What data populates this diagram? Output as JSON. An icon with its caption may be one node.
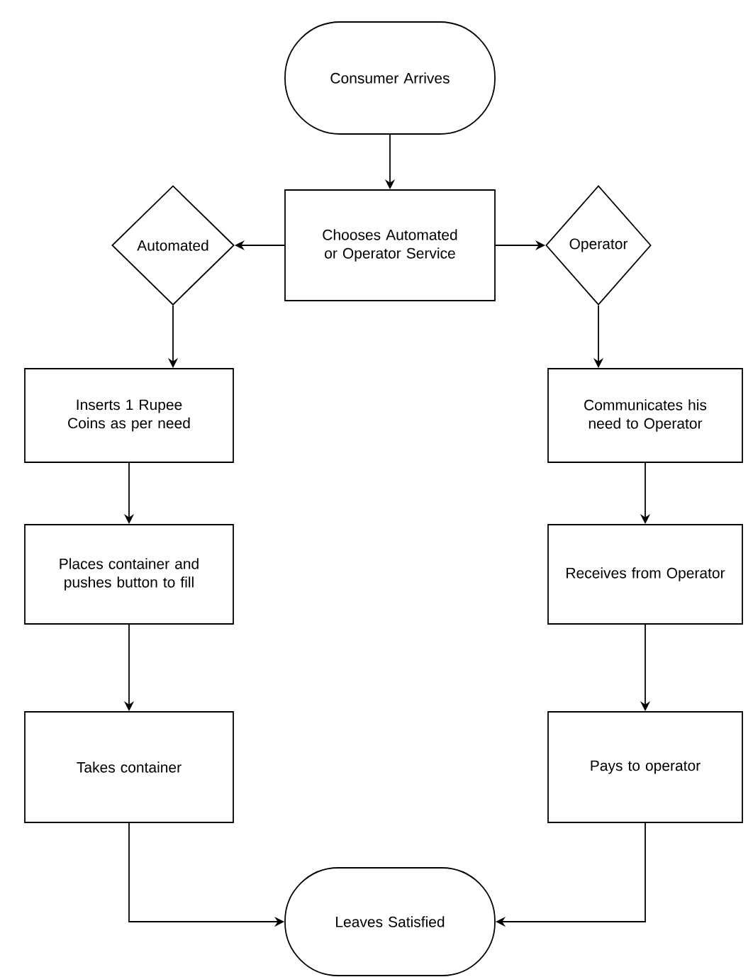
{
  "diagram": {
    "nodes": [
      {
        "text": [
          "Consumer Arrives"
        ]
      },
      {
        "text": [
          "Chooses Automated or Operator Service"
        ]
      },
      {
        "text": [
          "Automated"
        ]
      },
      {
        "text": [
          "Operator"
        ]
      },
      {
        "text": [
          "Inserts 1 Rupee Coins as per need"
        ]
      },
      {
        "text": [
          "Communicates his need to Operator"
        ]
      },
      {
        "text": [
          "Places container and pushes button to fill"
        ]
      },
      {
        "text": [
          "Receives from Operator"
        ]
      },
      {
        "text": [
          "Takes container"
        ]
      },
      {
        "text": [
          "Pays to operator"
        ]
      },
      {
        "text": [
          "Leaves Satisfied"
        ]
      }
    ],
    "edges": [
      {
        "from": 0,
        "to": 1,
        "arrow": "to"
      },
      {
        "from": 1,
        "to": 2,
        "arrow": "to"
      },
      {
        "from": 1,
        "to": 3,
        "arrow": "to"
      },
      {
        "from": 2,
        "to": 4,
        "arrow": "to"
      },
      {
        "from": 3,
        "to": 5,
        "arrow": "to"
      },
      {
        "from": 4,
        "to": 6,
        "arrow": "to"
      },
      {
        "from": 5,
        "to": 7,
        "arrow": "to"
      },
      {
        "from": 6,
        "to": 8,
        "arrow": "to"
      },
      {
        "from": 7,
        "to": 9,
        "arrow": "to"
      },
      {
        "from": 8,
        "to": 10,
        "arrow": "to"
      },
      {
        "from": 9,
        "to": 10,
        "arrow": "to"
      }
    ]
  }
}
